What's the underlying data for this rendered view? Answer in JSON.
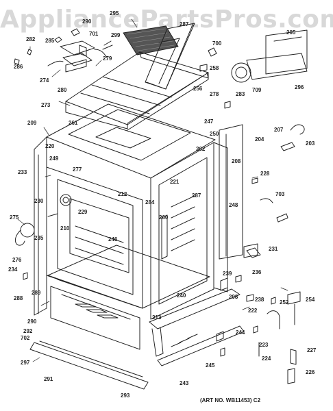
{
  "watermark": "AppliancePartsPros.com",
  "art_number": "(ART NO. WB11453) C2",
  "part_numbers": [
    "295",
    "290",
    "287",
    "282",
    "285",
    "701",
    "299",
    "700",
    "205",
    "286",
    "279",
    "258",
    "274",
    "280",
    "256",
    "278",
    "709",
    "296",
    "283",
    "273",
    "209",
    "261",
    "247",
    "207",
    "250",
    "204",
    "220",
    "262",
    "203",
    "208",
    "249",
    "277",
    "233",
    "221",
    "212",
    "228",
    "284",
    "287",
    "230",
    "248",
    "703",
    "275",
    "229",
    "246",
    "260",
    "231",
    "210",
    "235",
    "276",
    "234",
    "239",
    "236",
    "288",
    "289",
    "240",
    "298",
    "238",
    "252",
    "254",
    "222",
    "290",
    "292",
    "702",
    "213",
    "244",
    "223",
    "297",
    "291",
    "245",
    "243",
    "293",
    "224",
    "227",
    "226"
  ]
}
